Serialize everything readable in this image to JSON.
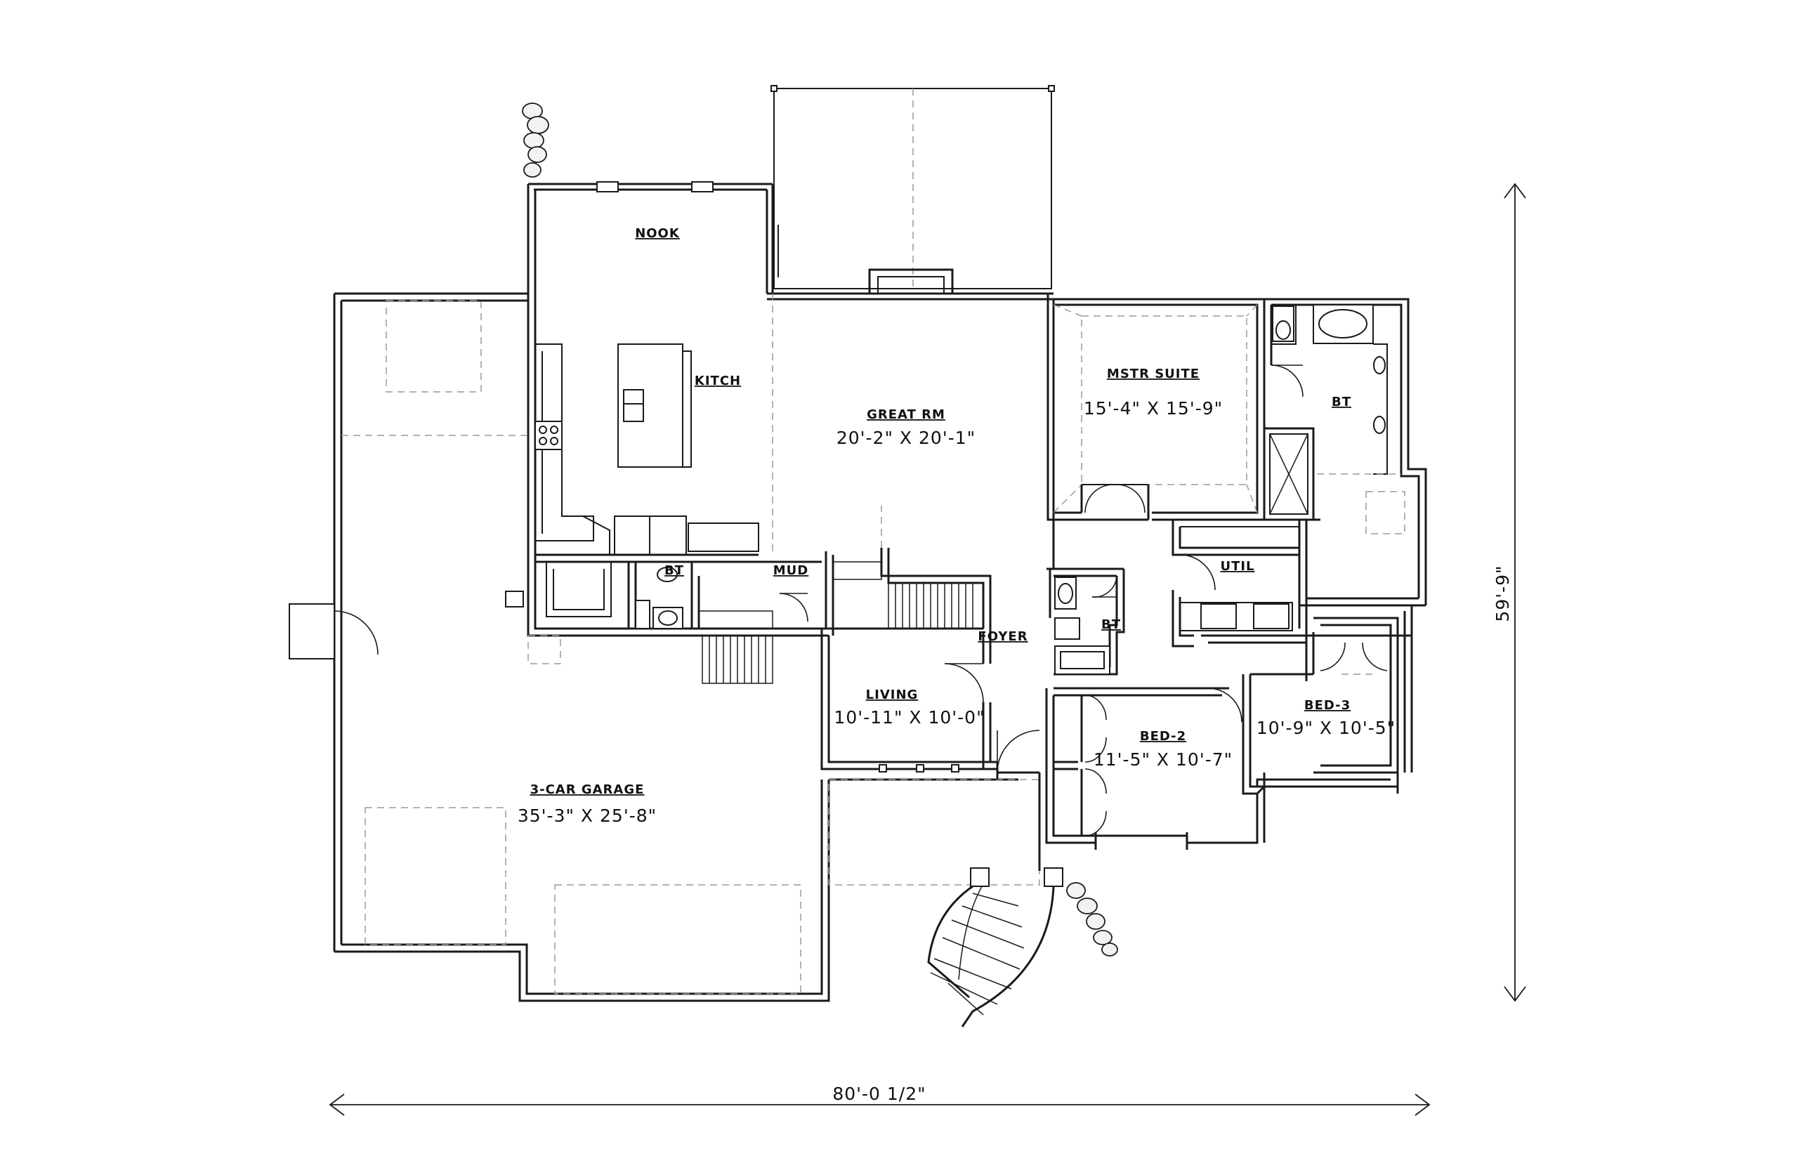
{
  "rooms": {
    "nook": {
      "name": "NOOK"
    },
    "kitch": {
      "name": "KITCH"
    },
    "great_rm": {
      "name": "GREAT RM",
      "dims": "20'-2\" X 20'-1\""
    },
    "mstr_suite": {
      "name": "MSTR SUITE",
      "dims": "15'-4\" X 15'-9\""
    },
    "master_bath": {
      "name": "BT"
    },
    "util": {
      "name": "UTIL"
    },
    "mud": {
      "name": "MUD"
    },
    "half_bath": {
      "name": "BT"
    },
    "foyer": {
      "name": "FOYER"
    },
    "living": {
      "name": "LIVING",
      "dims": "10'-11\" X 10'-0\""
    },
    "hall_bath": {
      "name": "BT"
    },
    "bed2": {
      "name": "BED-2",
      "dims": "11'-5\" X 10'-7\""
    },
    "bed3": {
      "name": "BED-3",
      "dims": "10'-9\" X 10'-5\""
    },
    "garage": {
      "name": "3-CAR GARAGE",
      "dims": "35'-3\" X 25'-8\""
    }
  },
  "overall": {
    "width": "80'-0 1/2\"",
    "depth": "59'-9\""
  }
}
